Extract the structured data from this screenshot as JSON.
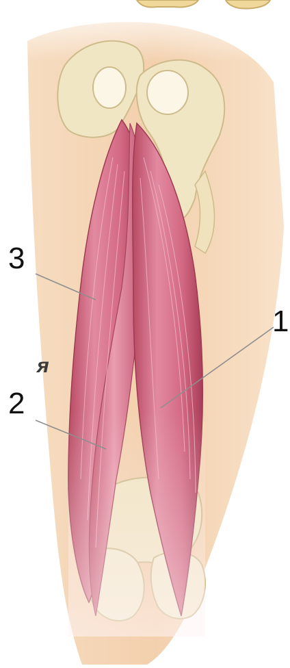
{
  "labels": [
    {
      "id": "label-3",
      "text": "3"
    },
    {
      "id": "label-2",
      "text": "2"
    },
    {
      "id": "label-1",
      "text": "1"
    }
  ],
  "fragments": {
    "left_glyph": "я"
  },
  "colors": {
    "skin": "#f3d2b0",
    "skin_light": "#fbe6cf",
    "bone": "#f1e6c4",
    "bone_outline": "#cdbb8c",
    "muscle": "#d86f88",
    "muscle_dark": "#b3475f",
    "tendon": "#fbeef0",
    "leader_line": "#8e8e8e"
  }
}
